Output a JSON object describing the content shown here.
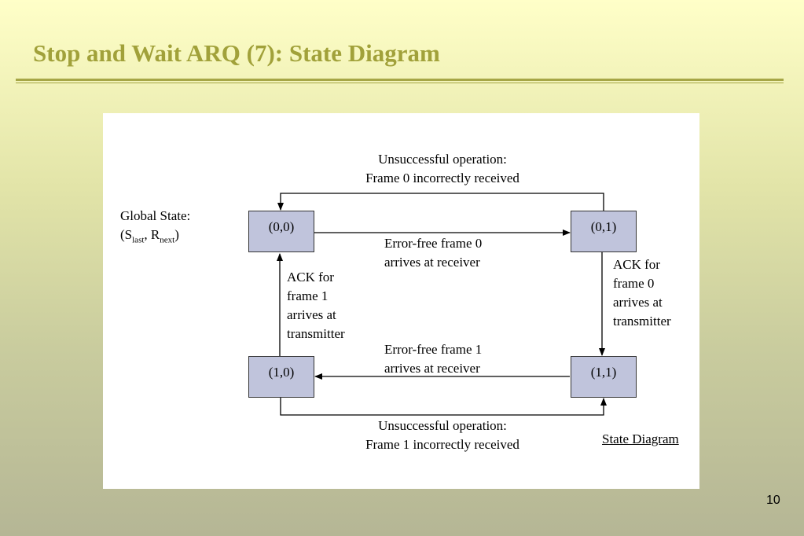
{
  "slide": {
    "title": "Stop and Wait ARQ (7): State Diagram",
    "page_number": "10"
  },
  "diagram": {
    "global_state_label": "Global State:",
    "state_notation": {
      "open": "(S",
      "sub1": "last",
      "sep": ", R",
      "sub2": "next",
      "close": ")"
    },
    "states": {
      "s00": "(0,0)",
      "s01": "(0,1)",
      "s10": "(1,0)",
      "s11": "(1,1)"
    },
    "transitions": {
      "top_line1": "Unsuccessful operation:",
      "top_line2": "Frame 0 incorrectly received",
      "ef0_line1": "Error-free frame 0",
      "ef0_line2": "arrives at receiver",
      "ack1_line1": "ACK for",
      "ack1_line2": "frame 1",
      "ack1_line3": "arrives at",
      "ack1_line4": "transmitter",
      "ack0_line1": "ACK for",
      "ack0_line2": "frame 0",
      "ack0_line3": "arrives at",
      "ack0_line4": "transmitter",
      "ef1_line1": "Error-free frame 1",
      "ef1_line2": "arrives at receiver",
      "bottom_line1": "Unsuccessful operation:",
      "bottom_line2": "Frame 1 incorrectly received"
    },
    "caption": "State Diagram"
  }
}
